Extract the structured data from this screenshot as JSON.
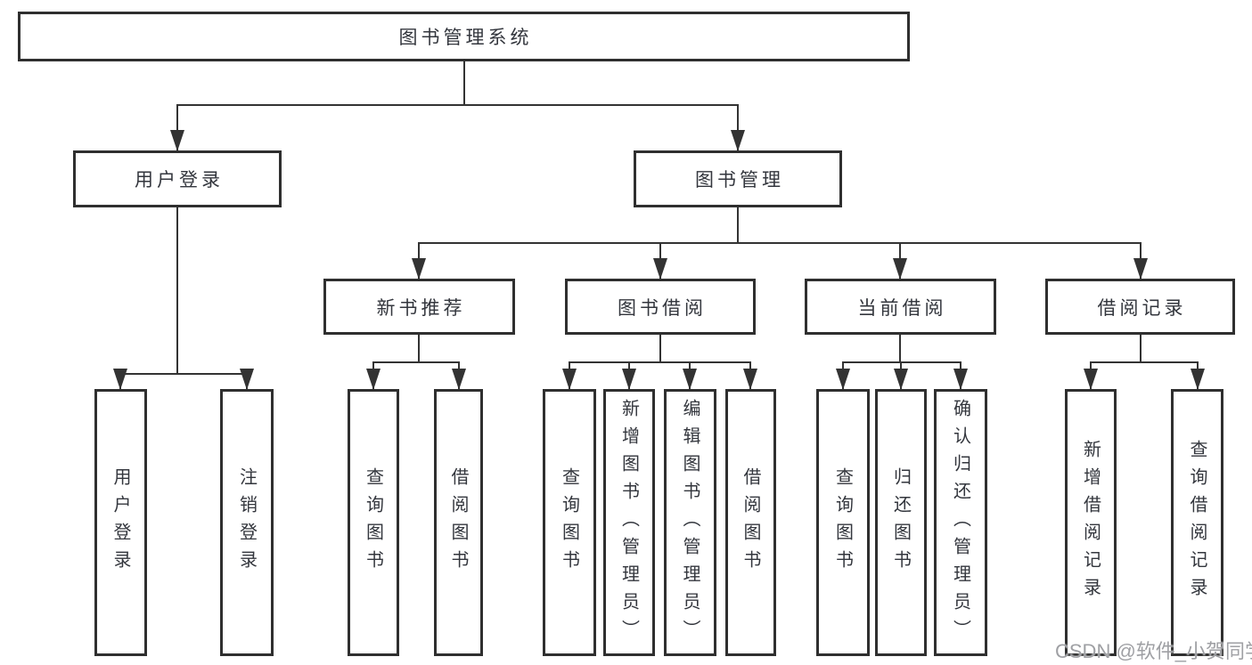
{
  "diagram": {
    "root": {
      "label": "图书管理系统"
    },
    "branches": [
      {
        "label": "用户登录",
        "children": [
          {
            "label": "用户登录"
          },
          {
            "label": "注销登录"
          }
        ]
      },
      {
        "label": "图书管理",
        "children": [
          {
            "label": "新书推荐",
            "children": [
              {
                "label": "查询图书"
              },
              {
                "label": "借阅图书"
              }
            ]
          },
          {
            "label": "图书借阅",
            "children": [
              {
                "label": "查询图书"
              },
              {
                "label": "新增图书（管理员）"
              },
              {
                "label": "编辑图书（管理员）"
              },
              {
                "label": "借阅图书"
              }
            ]
          },
          {
            "label": "当前借阅",
            "children": [
              {
                "label": "查询图书"
              },
              {
                "label": "归还图书"
              },
              {
                "label": "确认归还（管理员）"
              }
            ]
          },
          {
            "label": "借阅记录",
            "children": [
              {
                "label": "新增借阅记录"
              },
              {
                "label": "查询借阅记录"
              }
            ]
          }
        ]
      }
    ]
  },
  "watermark": {
    "text": "CSDN @软件_小贺同学"
  },
  "colors": {
    "line": "#333333",
    "box_border": "#2f2f2f",
    "text": "#33363d",
    "watermark": "#9fa0a4",
    "background": "#ffffff"
  }
}
